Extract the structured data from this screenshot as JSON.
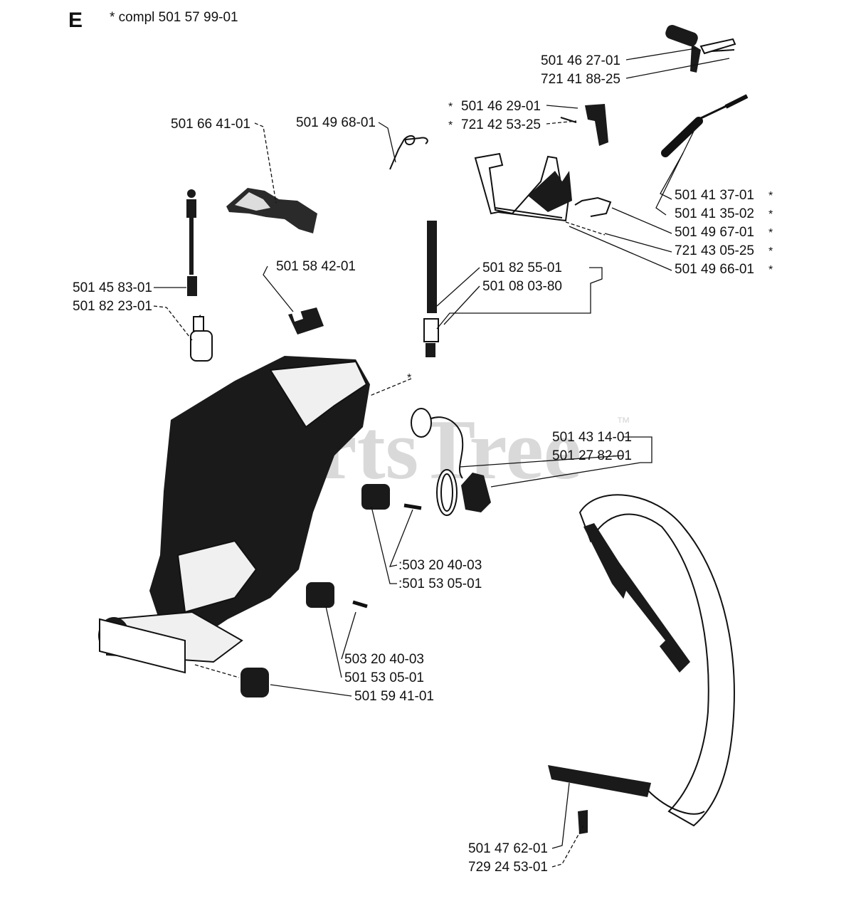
{
  "header": {
    "section_letter": "E",
    "compl_label": "*  compl 501 57 99-01"
  },
  "watermark": {
    "text": "PartsTree",
    "tm": "™"
  },
  "callouts": {
    "p501462701": "501 46 27-01",
    "p721418825": "721 41 88-25",
    "p501462901": "501 46 29-01",
    "p721425325": "721 42 53-25",
    "p501664101": "501 66 41-01",
    "p501496801": "501 49 68-01",
    "p501413701": "501 41 37-01",
    "p501413502": "501 41 35-02",
    "p501496701": "501 49 67-01",
    "p721430525": "721 43 05-25",
    "p501496601": "501 49 66-01",
    "p501458301": "501 45 83-01",
    "p501822301": "501 82 23-01",
    "p501584201": "501 58 42-01",
    "p501825501": "501 82 55-01",
    "p501080380": "501 08 03-80",
    "p501431401": "501 43 14-01",
    "p501278201": "501 27 82-01",
    "p503204003a": ":503 20 40-03",
    "p501530501a": ":501 53 05-01",
    "p503204003b": "503 20 40-03",
    "p501530501b": "501 53 05-01",
    "p501594101": "501 59 41-01",
    "p501476201": "501 47 62-01",
    "p729245301": "729 24 53-01"
  },
  "marks": {
    "asterisk": "*"
  }
}
